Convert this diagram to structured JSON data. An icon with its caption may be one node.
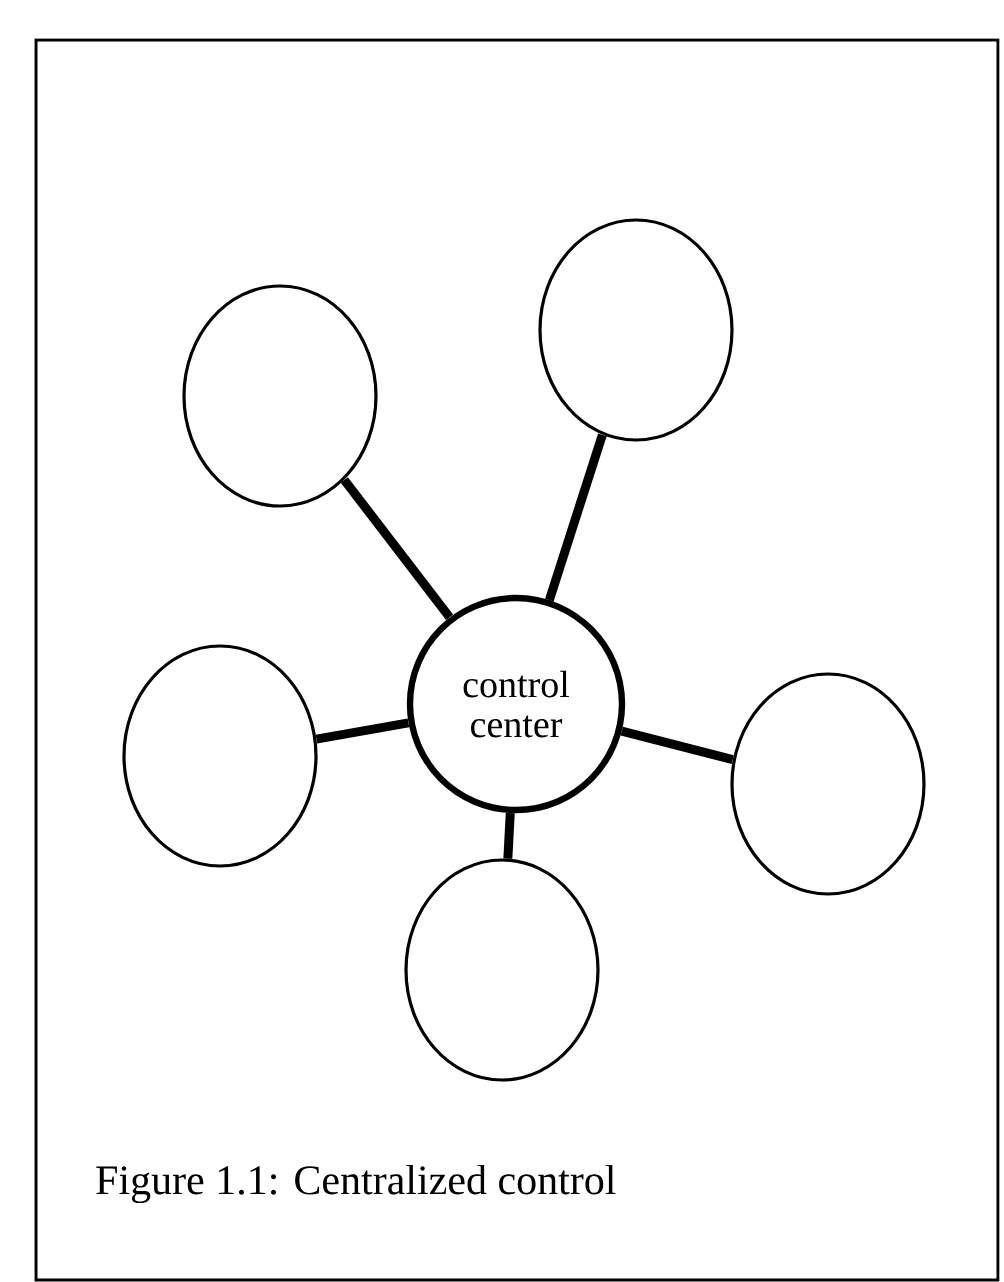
{
  "diagram": {
    "caption": "Figure 1.1: Centralized control",
    "nodes": [
      {
        "text": [],
        "shape": "circle"
      },
      {
        "text": [],
        "shape": "circle"
      },
      {
        "text": [
          "control center"
        ]
      },
      {
        "text": [],
        "shape": "circle"
      },
      {
        "text": [],
        "shape": "circle"
      },
      {
        "text": [],
        "shape": "circle"
      }
    ],
    "edges": [
      {
        "from": 2,
        "to": 0,
        "arrow": "none"
      },
      {
        "from": 2,
        "to": 1,
        "arrow": "none"
      },
      {
        "from": 2,
        "to": 3,
        "arrow": "none"
      },
      {
        "from": 2,
        "to": 4,
        "arrow": "none"
      },
      {
        "from": 2,
        "to": 5,
        "arrow": "none"
      }
    ]
  }
}
